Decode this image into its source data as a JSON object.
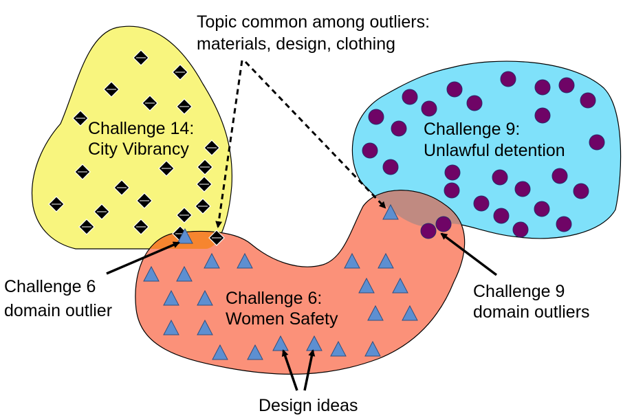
{
  "colors": {
    "challenge14_fill": "#f8f57e",
    "challenge9_fill": "#7fe1fa",
    "challenge6_fill": "#fb9179",
    "overlap_14_6_fill": "#f6852f",
    "overlap_9_6_fill": "#c08a81",
    "diamond_fill": "#000000",
    "circle_fill": "#6f0466",
    "triangle_fill": "#5d8fd1",
    "outline": "#000000"
  },
  "clusters": {
    "challenge14": {
      "label_line1": "Challenge 14:",
      "label_line2": "City Vibrancy",
      "marker": "diamond-icon"
    },
    "challenge9": {
      "label_line1": "Challenge 9:",
      "label_line2": "Unlawful detention",
      "marker": "circle-icon"
    },
    "challenge6": {
      "label_line1": "Challenge 6:",
      "label_line2": "Women Safety",
      "marker": "triangle-icon"
    }
  },
  "annotations": {
    "topic": {
      "line1": "Topic common among outliers:",
      "line2": "materials, design, clothing"
    },
    "c6_outlier": {
      "line1": "Challenge 6",
      "line2": "domain outlier"
    },
    "c9_outliers": {
      "line1": "Challenge 9",
      "line2": "domain outliers"
    },
    "design_ideas": "Design ideas"
  }
}
